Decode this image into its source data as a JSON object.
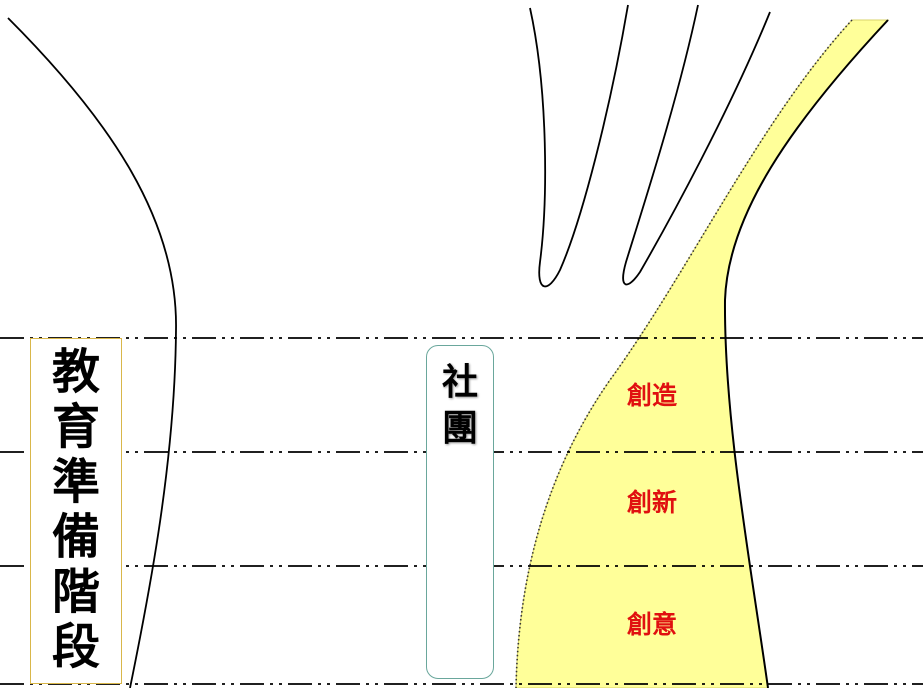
{
  "stage_label": "教\n育\n準\n備\n階\n段",
  "club_label": "社\n團",
  "zones": {
    "create": "創造",
    "innovate": "創新",
    "idea": "創意"
  },
  "colors": {
    "funnel_fill": "#ffff99",
    "zone_text": "#e01010",
    "stage_box_border": "#d9b74a",
    "club_box_border": "#6aa79c",
    "lines": "#000000"
  }
}
